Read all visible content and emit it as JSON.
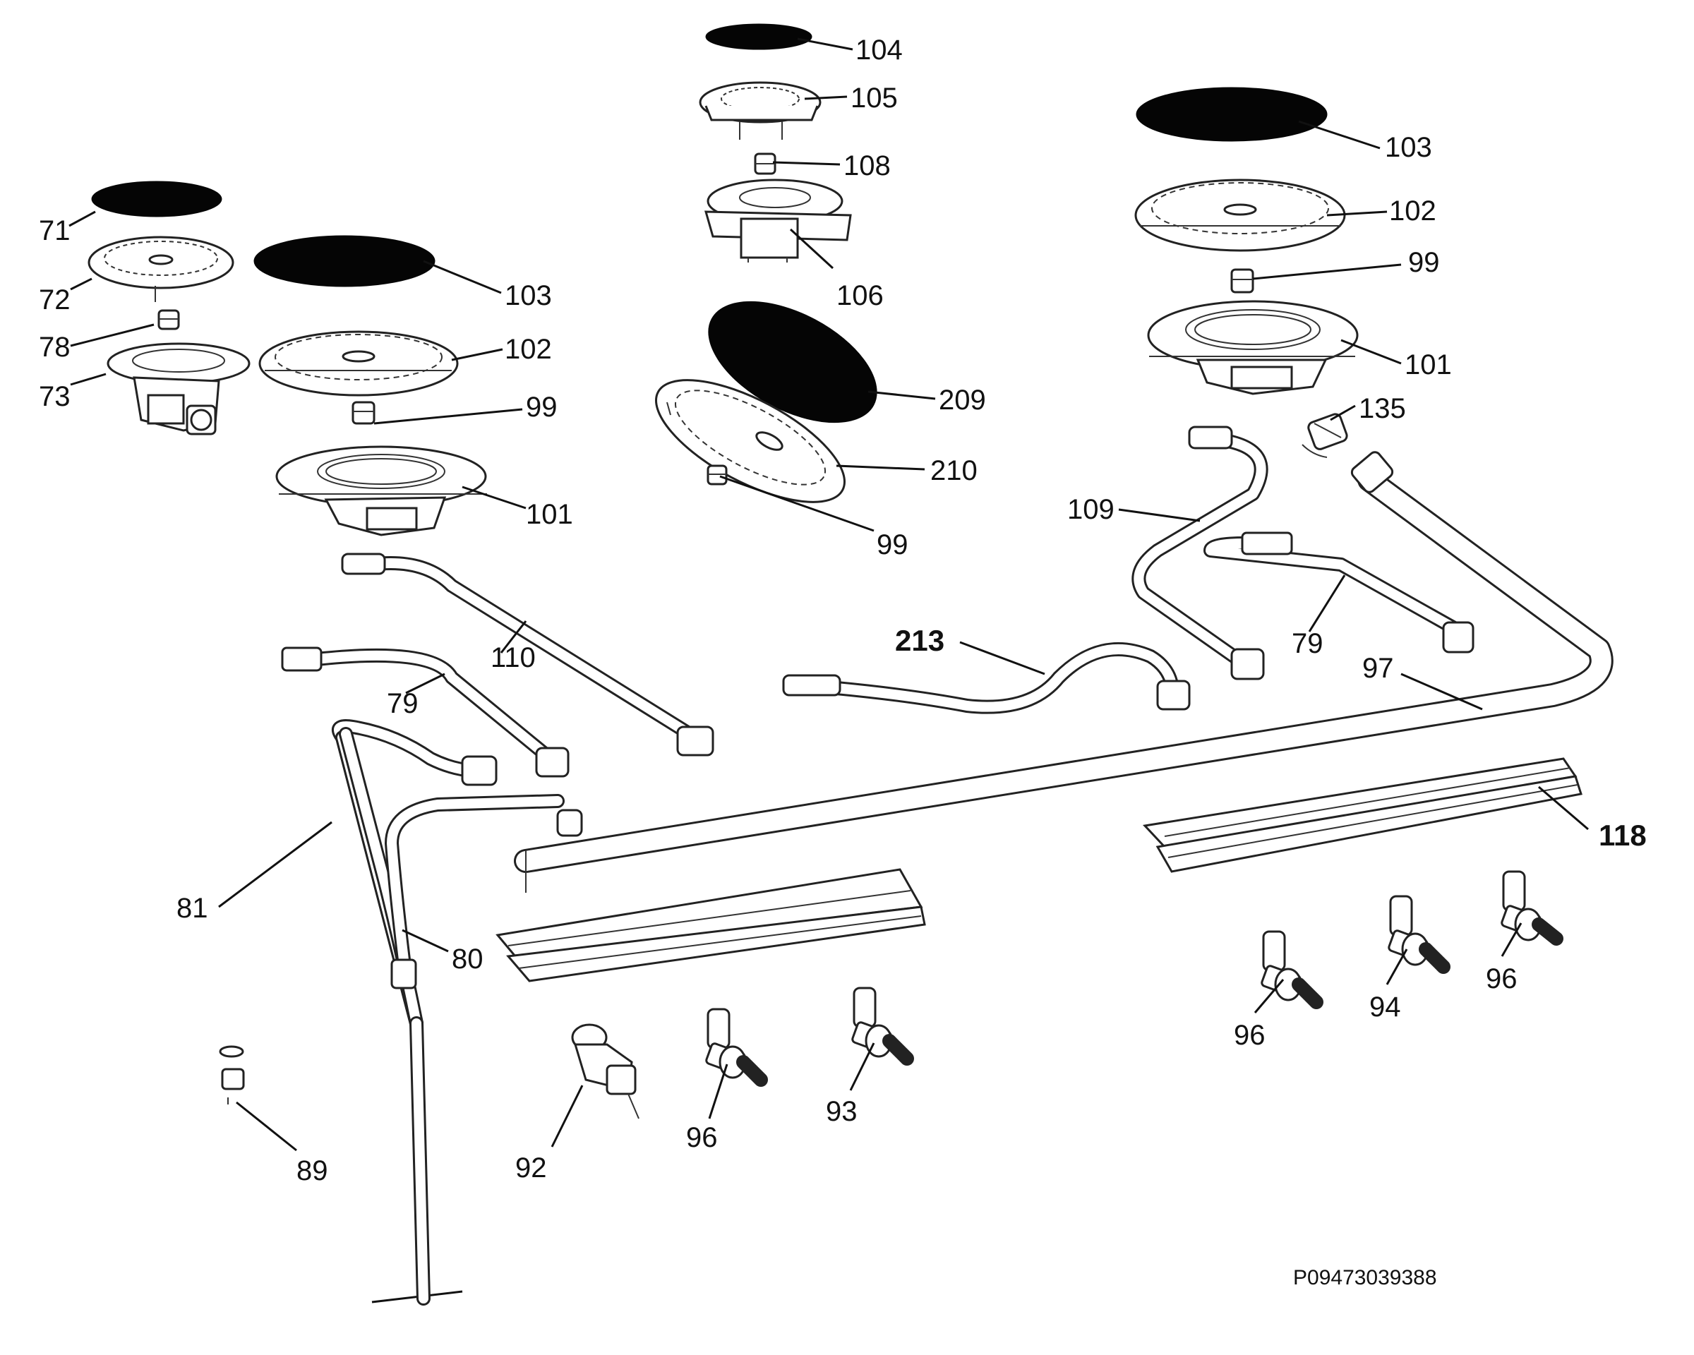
{
  "diagram": {
    "reference_code": "P09473039388",
    "labels": {
      "71": "71",
      "72": "72",
      "78": "78",
      "73": "73",
      "103_left": "103",
      "102_left": "102",
      "99_left": "99",
      "101_left": "101",
      "104": "104",
      "105": "105",
      "108": "108",
      "106": "106",
      "209": "209",
      "210": "210",
      "99_center": "99",
      "103_right": "103",
      "102_right": "102",
      "99_right": "99",
      "101_right": "101",
      "135": "135",
      "109": "109",
      "79_right": "79",
      "97": "97",
      "110": "110",
      "79_left": "79",
      "213": "213",
      "81": "81",
      "80": "80",
      "118": "118",
      "96_right_a": "96",
      "94": "94",
      "96_right_b": "96",
      "92": "92",
      "96_left": "96",
      "93": "93",
      "89": "89"
    }
  }
}
